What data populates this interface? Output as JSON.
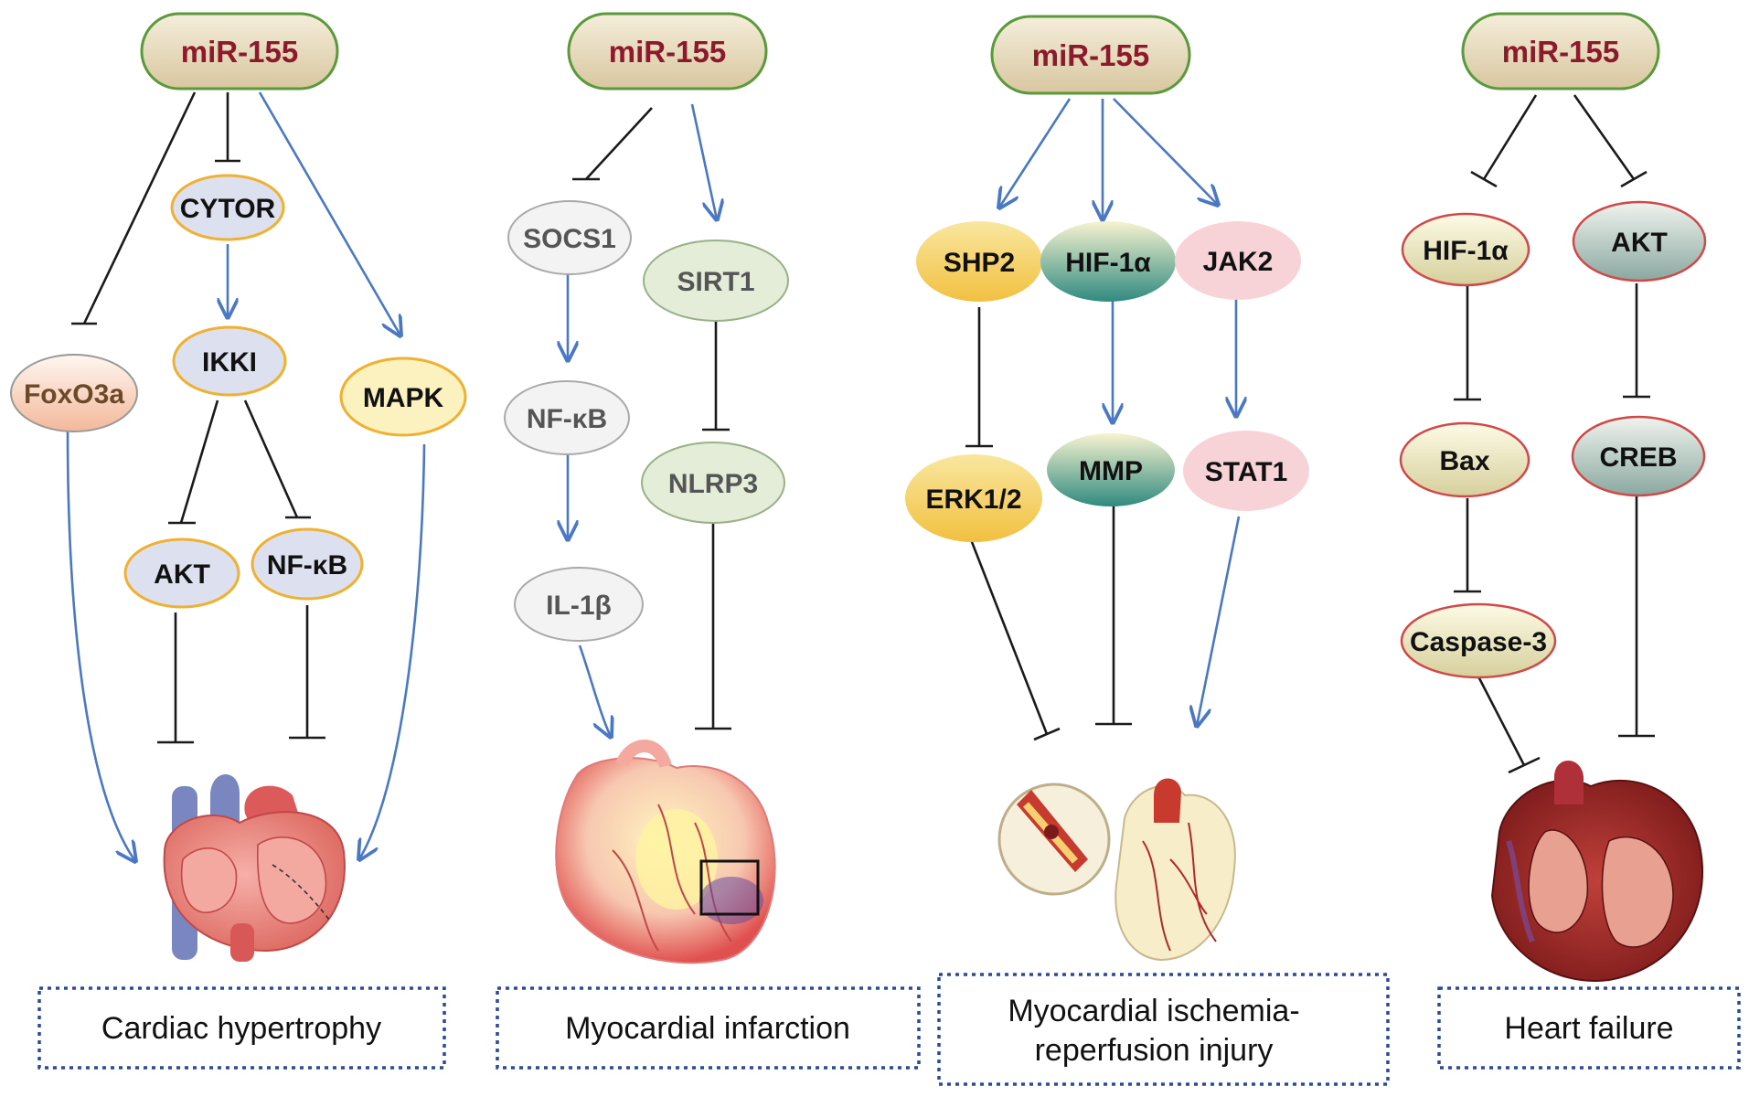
{
  "columns": [
    {
      "root": "miR-155",
      "nodes": {
        "cytor": "CYTOR",
        "foxo3a": "FoxO3a",
        "ikki": "IKKI",
        "mapk": "MAPK",
        "akt": "AKT",
        "nfkb": "NF-κB"
      },
      "disease": "Cardiac hypertrophy"
    },
    {
      "root": "miR-155",
      "nodes": {
        "socs1": "SOCS1",
        "sirt1": "SIRT1",
        "nfkb": "NF-κB",
        "nlrp3": "NLRP3",
        "il1b": "IL-1β"
      },
      "disease": "Myocardial infarction"
    },
    {
      "root": "miR-155",
      "nodes": {
        "shp2": "SHP2",
        "hif1a": "HIF-1α",
        "jak2": "JAK2",
        "erk12": "ERK1/2",
        "mmp": "MMP",
        "stat1": "STAT1"
      },
      "disease_line1": "Myocardial ischemia-",
      "disease_line2": "reperfusion injury"
    },
    {
      "root": "miR-155",
      "nodes": {
        "hif1a": "HIF-1α",
        "akt": "AKT",
        "bax": "Bax",
        "creb": "CREB",
        "caspase3": "Caspase-3"
      },
      "disease": "Heart failure"
    }
  ],
  "colors": {
    "activation_arrow": "#4a78c4",
    "inhibition_line": "#1a1a1a",
    "root_fill": "#e8dcc0",
    "root_border": "#5a9a3a",
    "root_text": "#8b1a2a",
    "disease_box_border": "#2a4a9a"
  }
}
